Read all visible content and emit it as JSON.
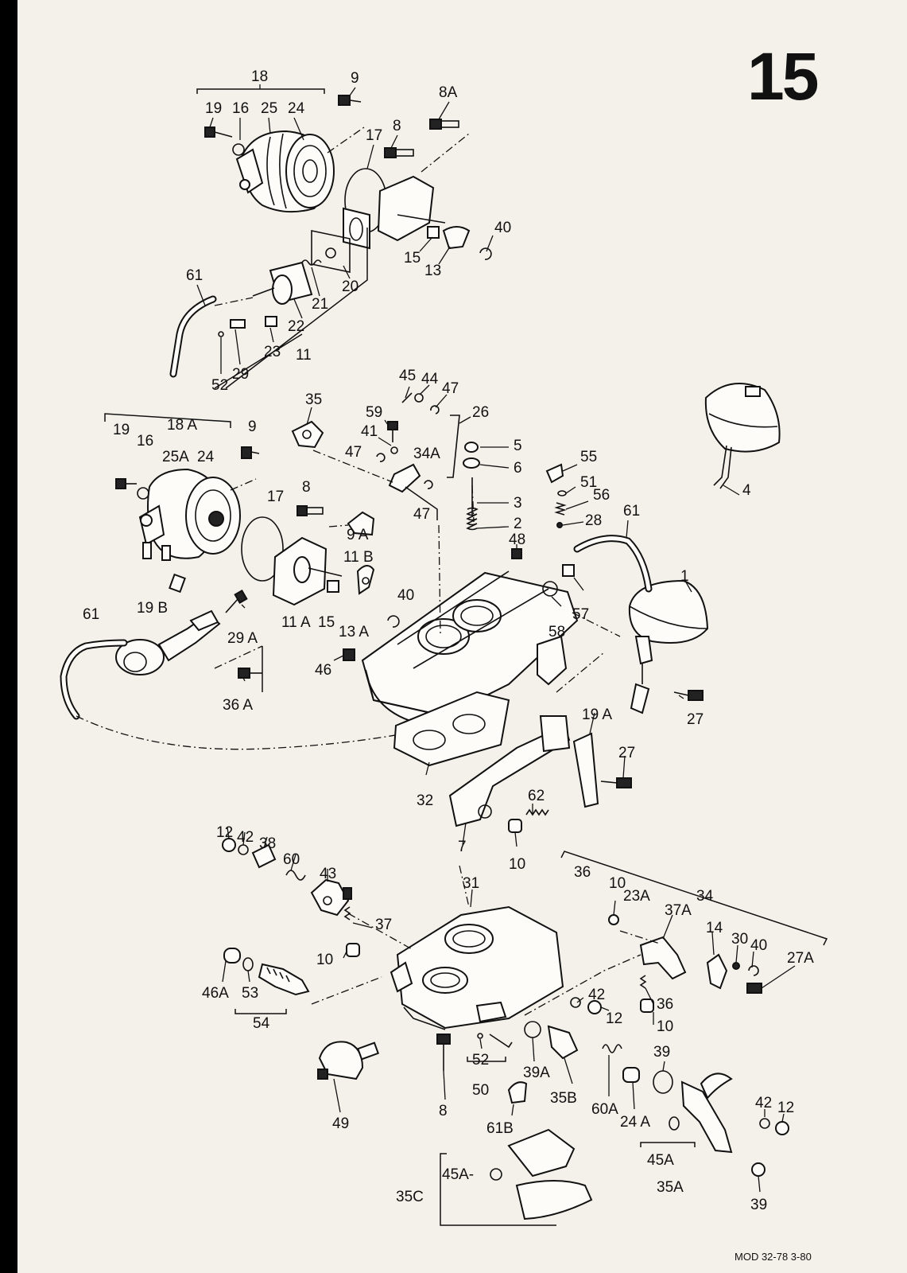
{
  "page_number": "15",
  "footer_code": "MOD 32-78  3-80",
  "callouts": [
    {
      "id": "c18",
      "text": "18"
    },
    {
      "id": "c9a",
      "text": "9"
    },
    {
      "id": "c8A",
      "text": "8A"
    },
    {
      "id": "c19a",
      "text": "19"
    },
    {
      "id": "c16a",
      "text": "16"
    },
    {
      "id": "c25",
      "text": "25"
    },
    {
      "id": "c24a",
      "text": "24"
    },
    {
      "id": "c8a",
      "text": "8"
    },
    {
      "id": "c17a",
      "text": "17"
    },
    {
      "id": "c40a",
      "text": "40"
    },
    {
      "id": "c15a",
      "text": "15"
    },
    {
      "id": "c13",
      "text": "13"
    },
    {
      "id": "c20",
      "text": "20"
    },
    {
      "id": "c21",
      "text": "21"
    },
    {
      "id": "c22",
      "text": "22"
    },
    {
      "id": "c61a",
      "text": "61"
    },
    {
      "id": "c23",
      "text": "23"
    },
    {
      "id": "c11",
      "text": "11"
    },
    {
      "id": "c29",
      "text": "29"
    },
    {
      "id": "c52a",
      "text": "52"
    },
    {
      "id": "c45a",
      "text": "45"
    },
    {
      "id": "c44",
      "text": "44"
    },
    {
      "id": "c47a",
      "text": "47"
    },
    {
      "id": "c35",
      "text": "35"
    },
    {
      "id": "c59",
      "text": "59"
    },
    {
      "id": "c26",
      "text": "26"
    },
    {
      "id": "c41",
      "text": "41"
    },
    {
      "id": "c47b",
      "text": "47"
    },
    {
      "id": "c34A",
      "text": "34A"
    },
    {
      "id": "c5",
      "text": "5"
    },
    {
      "id": "c6",
      "text": "6"
    },
    {
      "id": "c18A",
      "text": "18 A"
    },
    {
      "id": "c9b",
      "text": "9"
    },
    {
      "id": "c19b",
      "text": "19"
    },
    {
      "id": "c16b",
      "text": "16"
    },
    {
      "id": "c25A",
      "text": "25A"
    },
    {
      "id": "c24b",
      "text": "24"
    },
    {
      "id": "c8b",
      "text": "8"
    },
    {
      "id": "c17b",
      "text": "17"
    },
    {
      "id": "c47c",
      "text": "47"
    },
    {
      "id": "c3",
      "text": "3"
    },
    {
      "id": "c55",
      "text": "55"
    },
    {
      "id": "c51",
      "text": "51"
    },
    {
      "id": "c56",
      "text": "56"
    },
    {
      "id": "c28",
      "text": "28"
    },
    {
      "id": "c61b",
      "text": "61"
    },
    {
      "id": "c2",
      "text": "2"
    },
    {
      "id": "c9A",
      "text": "9 A"
    },
    {
      "id": "c48",
      "text": "48"
    },
    {
      "id": "c11B",
      "text": "11 B"
    },
    {
      "id": "c4",
      "text": "4"
    },
    {
      "id": "c40b",
      "text": "40"
    },
    {
      "id": "c19B",
      "text": "19 B"
    },
    {
      "id": "c61c",
      "text": "61"
    },
    {
      "id": "c11A",
      "text": "11 A"
    },
    {
      "id": "c15b",
      "text": "15"
    },
    {
      "id": "c13A",
      "text": "13 A"
    },
    {
      "id": "c57",
      "text": "57"
    },
    {
      "id": "c58",
      "text": "58"
    },
    {
      "id": "c1",
      "text": "1"
    },
    {
      "id": "c29A",
      "text": "29 A"
    },
    {
      "id": "c46",
      "text": "46"
    },
    {
      "id": "c36A",
      "text": "36 A"
    },
    {
      "id": "c27a",
      "text": "27"
    },
    {
      "id": "c19A",
      "text": "19 A"
    },
    {
      "id": "c27b",
      "text": "27"
    },
    {
      "id": "c32",
      "text": "32"
    },
    {
      "id": "c62",
      "text": "62"
    },
    {
      "id": "c7",
      "text": "7"
    },
    {
      "id": "c10a",
      "text": "10"
    },
    {
      "id": "c12a",
      "text": "12"
    },
    {
      "id": "c42a",
      "text": "42"
    },
    {
      "id": "c38",
      "text": "38"
    },
    {
      "id": "c60",
      "text": "60"
    },
    {
      "id": "c43",
      "text": "43"
    },
    {
      "id": "c31",
      "text": "31"
    },
    {
      "id": "c36",
      "text": "36"
    },
    {
      "id": "c10b",
      "text": "10"
    },
    {
      "id": "c23A",
      "text": "23A"
    },
    {
      "id": "c34",
      "text": "34"
    },
    {
      "id": "c37A",
      "text": "37A"
    },
    {
      "id": "c37",
      "text": "37"
    },
    {
      "id": "c10c",
      "text": "10"
    },
    {
      "id": "c14",
      "text": "14"
    },
    {
      "id": "c30",
      "text": "30"
    },
    {
      "id": "c40c",
      "text": "40"
    },
    {
      "id": "c27A",
      "text": "27A"
    },
    {
      "id": "c46A",
      "text": "46A"
    },
    {
      "id": "c53",
      "text": "53"
    },
    {
      "id": "c54",
      "text": "54"
    },
    {
      "id": "c42b",
      "text": "42"
    },
    {
      "id": "c12b",
      "text": "12"
    },
    {
      "id": "c36b",
      "text": "36"
    },
    {
      "id": "c10d",
      "text": "10"
    },
    {
      "id": "c52b",
      "text": "52"
    },
    {
      "id": "c39A",
      "text": "39A"
    },
    {
      "id": "c50",
      "text": "50"
    },
    {
      "id": "c8c",
      "text": "8"
    },
    {
      "id": "c35B",
      "text": "35B"
    },
    {
      "id": "c39a",
      "text": "39"
    },
    {
      "id": "c60A",
      "text": "60A"
    },
    {
      "id": "c24A",
      "text": "24 A"
    },
    {
      "id": "c61B",
      "text": "61B"
    },
    {
      "id": "c49",
      "text": "49"
    },
    {
      "id": "c42c",
      "text": "42"
    },
    {
      "id": "c12c",
      "text": "12"
    },
    {
      "id": "c45Ab",
      "text": "45A"
    },
    {
      "id": "c35A",
      "text": "35A"
    },
    {
      "id": "c45Aa",
      "text": "45A-"
    },
    {
      "id": "c35C",
      "text": "35C"
    },
    {
      "id": "c39b",
      "text": "39"
    }
  ]
}
